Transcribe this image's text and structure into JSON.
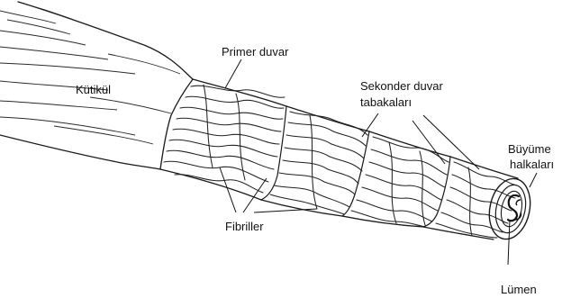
{
  "labels": {
    "kutikul": "Kütikül",
    "primer_duvar": "Primer duvar",
    "sekonder_line1": "Sekonder duvar",
    "sekonder_line2": "tabakaları",
    "buyume_line1": "Büyüme",
    "buyume_line2": "halkaları",
    "fibriller": "Fibriller",
    "lumen": "Lümen"
  },
  "colors": {
    "ink": "#1a1a1a",
    "background": "#ffffff"
  }
}
